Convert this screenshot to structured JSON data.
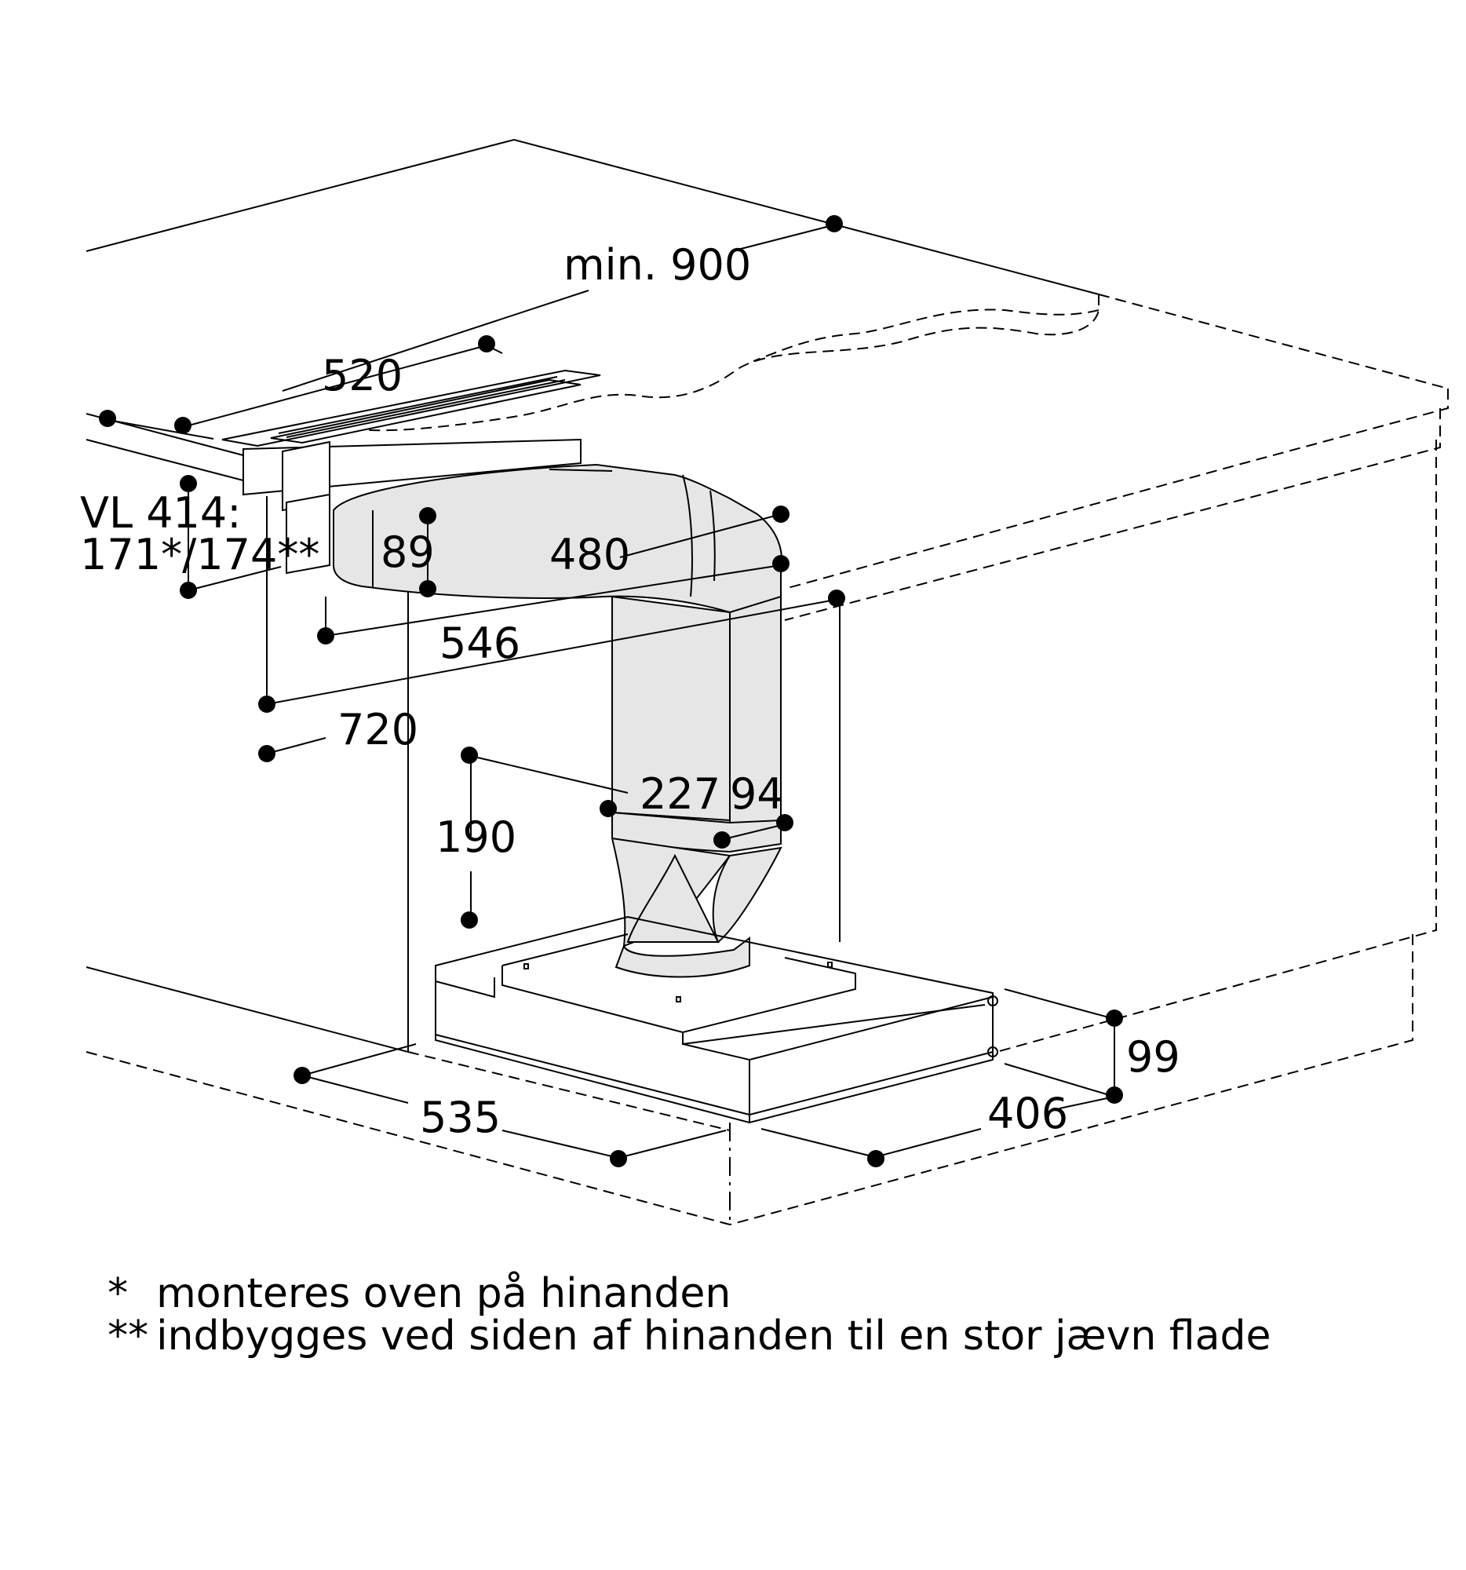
{
  "colors": {
    "ink": "#000000",
    "duct_fill": "#e6e6e6",
    "paper": "#ffffff"
  },
  "dimensions": {
    "min_900": "min. 900",
    "d520": "520",
    "vl414_title": "VL 414:",
    "vl414_values": "171*/174**",
    "d89": "89",
    "d480": "480",
    "d546": "546",
    "d720": "720",
    "d227": "227",
    "d94": "94",
    "d190": "190",
    "d99": "99",
    "d535": "535",
    "d406": "406"
  },
  "footnotes": [
    {
      "mark": "*",
      "text": "monteres oven på hinanden"
    },
    {
      "mark": "**",
      "text": "indbygges ved siden af hinanden til en stor jævn flade"
    }
  ]
}
